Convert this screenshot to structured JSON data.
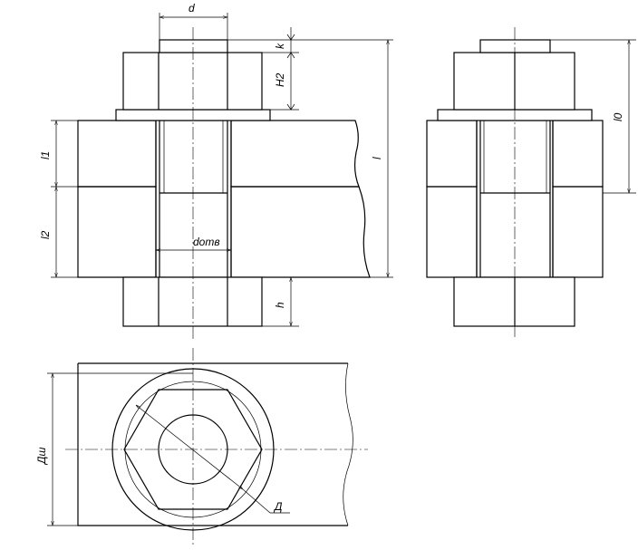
{
  "labels": {
    "d": "d",
    "k": "k",
    "H2": "H2",
    "l": "l",
    "l1": "l1",
    "l2": "l2",
    "dotv": "dотв",
    "h": "h",
    "l0": "l0",
    "Dsh": "Дш",
    "D": "Д"
  },
  "colors": {
    "line": "#000000",
    "background": "#ffffff"
  }
}
